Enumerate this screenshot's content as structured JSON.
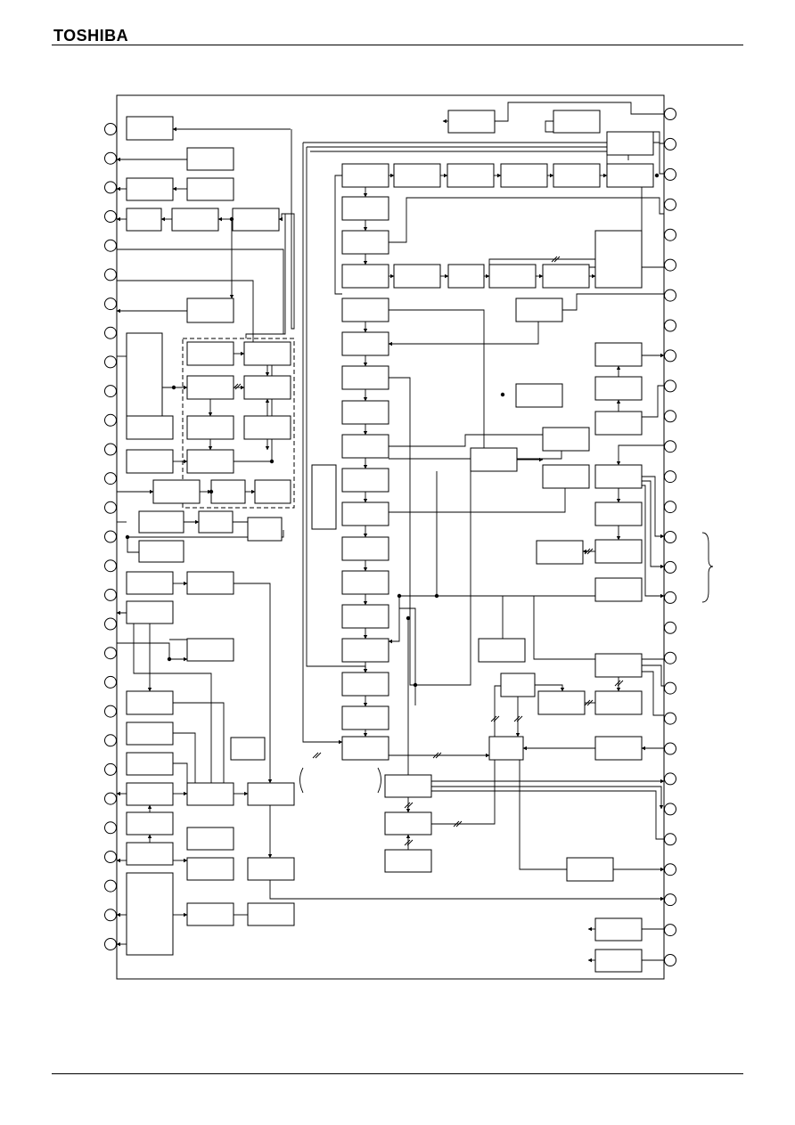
{
  "header": {
    "logo_text": "TOSHIBA"
  },
  "diagram": {
    "left_pin_count": 29,
    "right_pin_count": 29
  }
}
